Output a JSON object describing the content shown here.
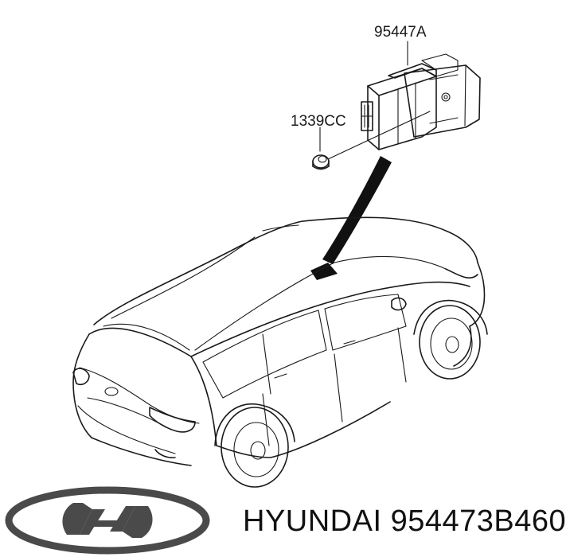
{
  "callouts": {
    "control_module": "95447A",
    "nut": "1339CC"
  },
  "footer": {
    "brand_part_number": "HYUNDAI 954473B460"
  },
  "logo": {
    "name": "hyundai-logo-icon"
  },
  "colors": {
    "line": "#1a1a1a",
    "background": "#ffffff"
  }
}
